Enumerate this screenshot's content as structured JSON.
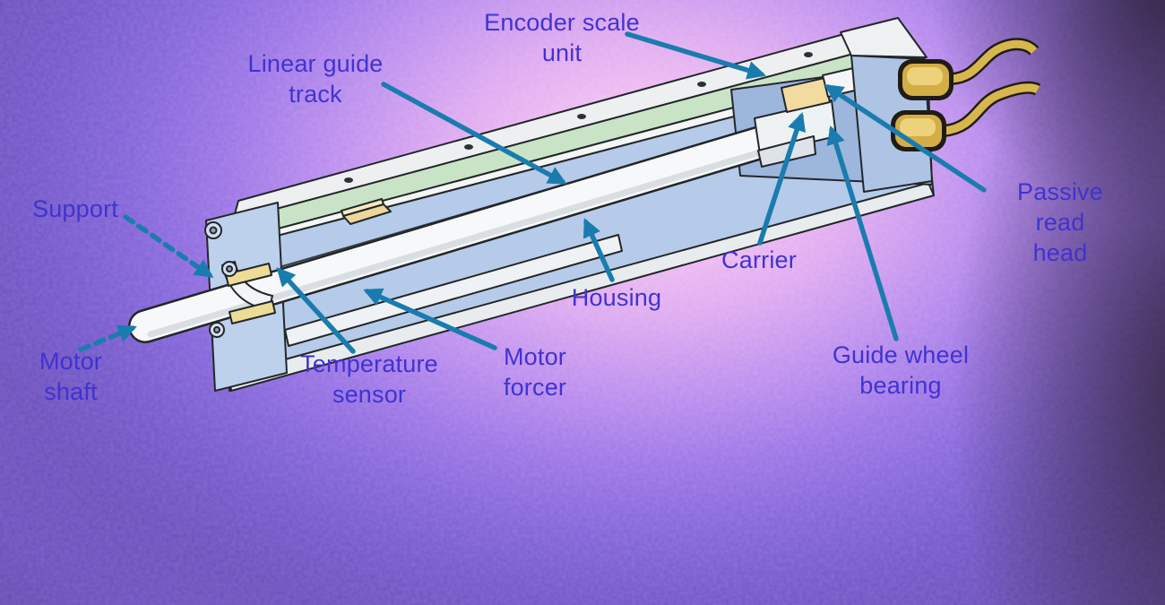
{
  "diagram": {
    "subject": "Linear motor actuator cutaway diagram",
    "labels": [
      {
        "id": "encoder-scale-unit",
        "text": "Encoder scale\nunit"
      },
      {
        "id": "linear-guide-track",
        "text": "Linear guide\ntrack"
      },
      {
        "id": "support",
        "text": "Support"
      },
      {
        "id": "motor-shaft",
        "text": "Motor\nshaft"
      },
      {
        "id": "temperature-sensor",
        "text": "Temperature\nsensor"
      },
      {
        "id": "motor-forcer",
        "text": "Motor\nforcer"
      },
      {
        "id": "housing",
        "text": "Housing"
      },
      {
        "id": "carrier",
        "text": "Carrier"
      },
      {
        "id": "passive-read-head",
        "text": "Passive read\nhead"
      },
      {
        "id": "guide-wheel-bearing",
        "text": "Guide wheel\nbearing"
      }
    ],
    "colors": {
      "label_text": "#4033d0",
      "arrow": "#1a7cae",
      "spotlight_center": "#f8cef6",
      "background_purple": "#7a5fd8",
      "shadow_edge": "#43304d",
      "track_green": "#c9e3c6",
      "housing_blue": "#b6cbe9",
      "body_white": "#eef1f3",
      "carrier_tan": "#f1dba1",
      "cable_gold": "#d3ad45"
    }
  }
}
